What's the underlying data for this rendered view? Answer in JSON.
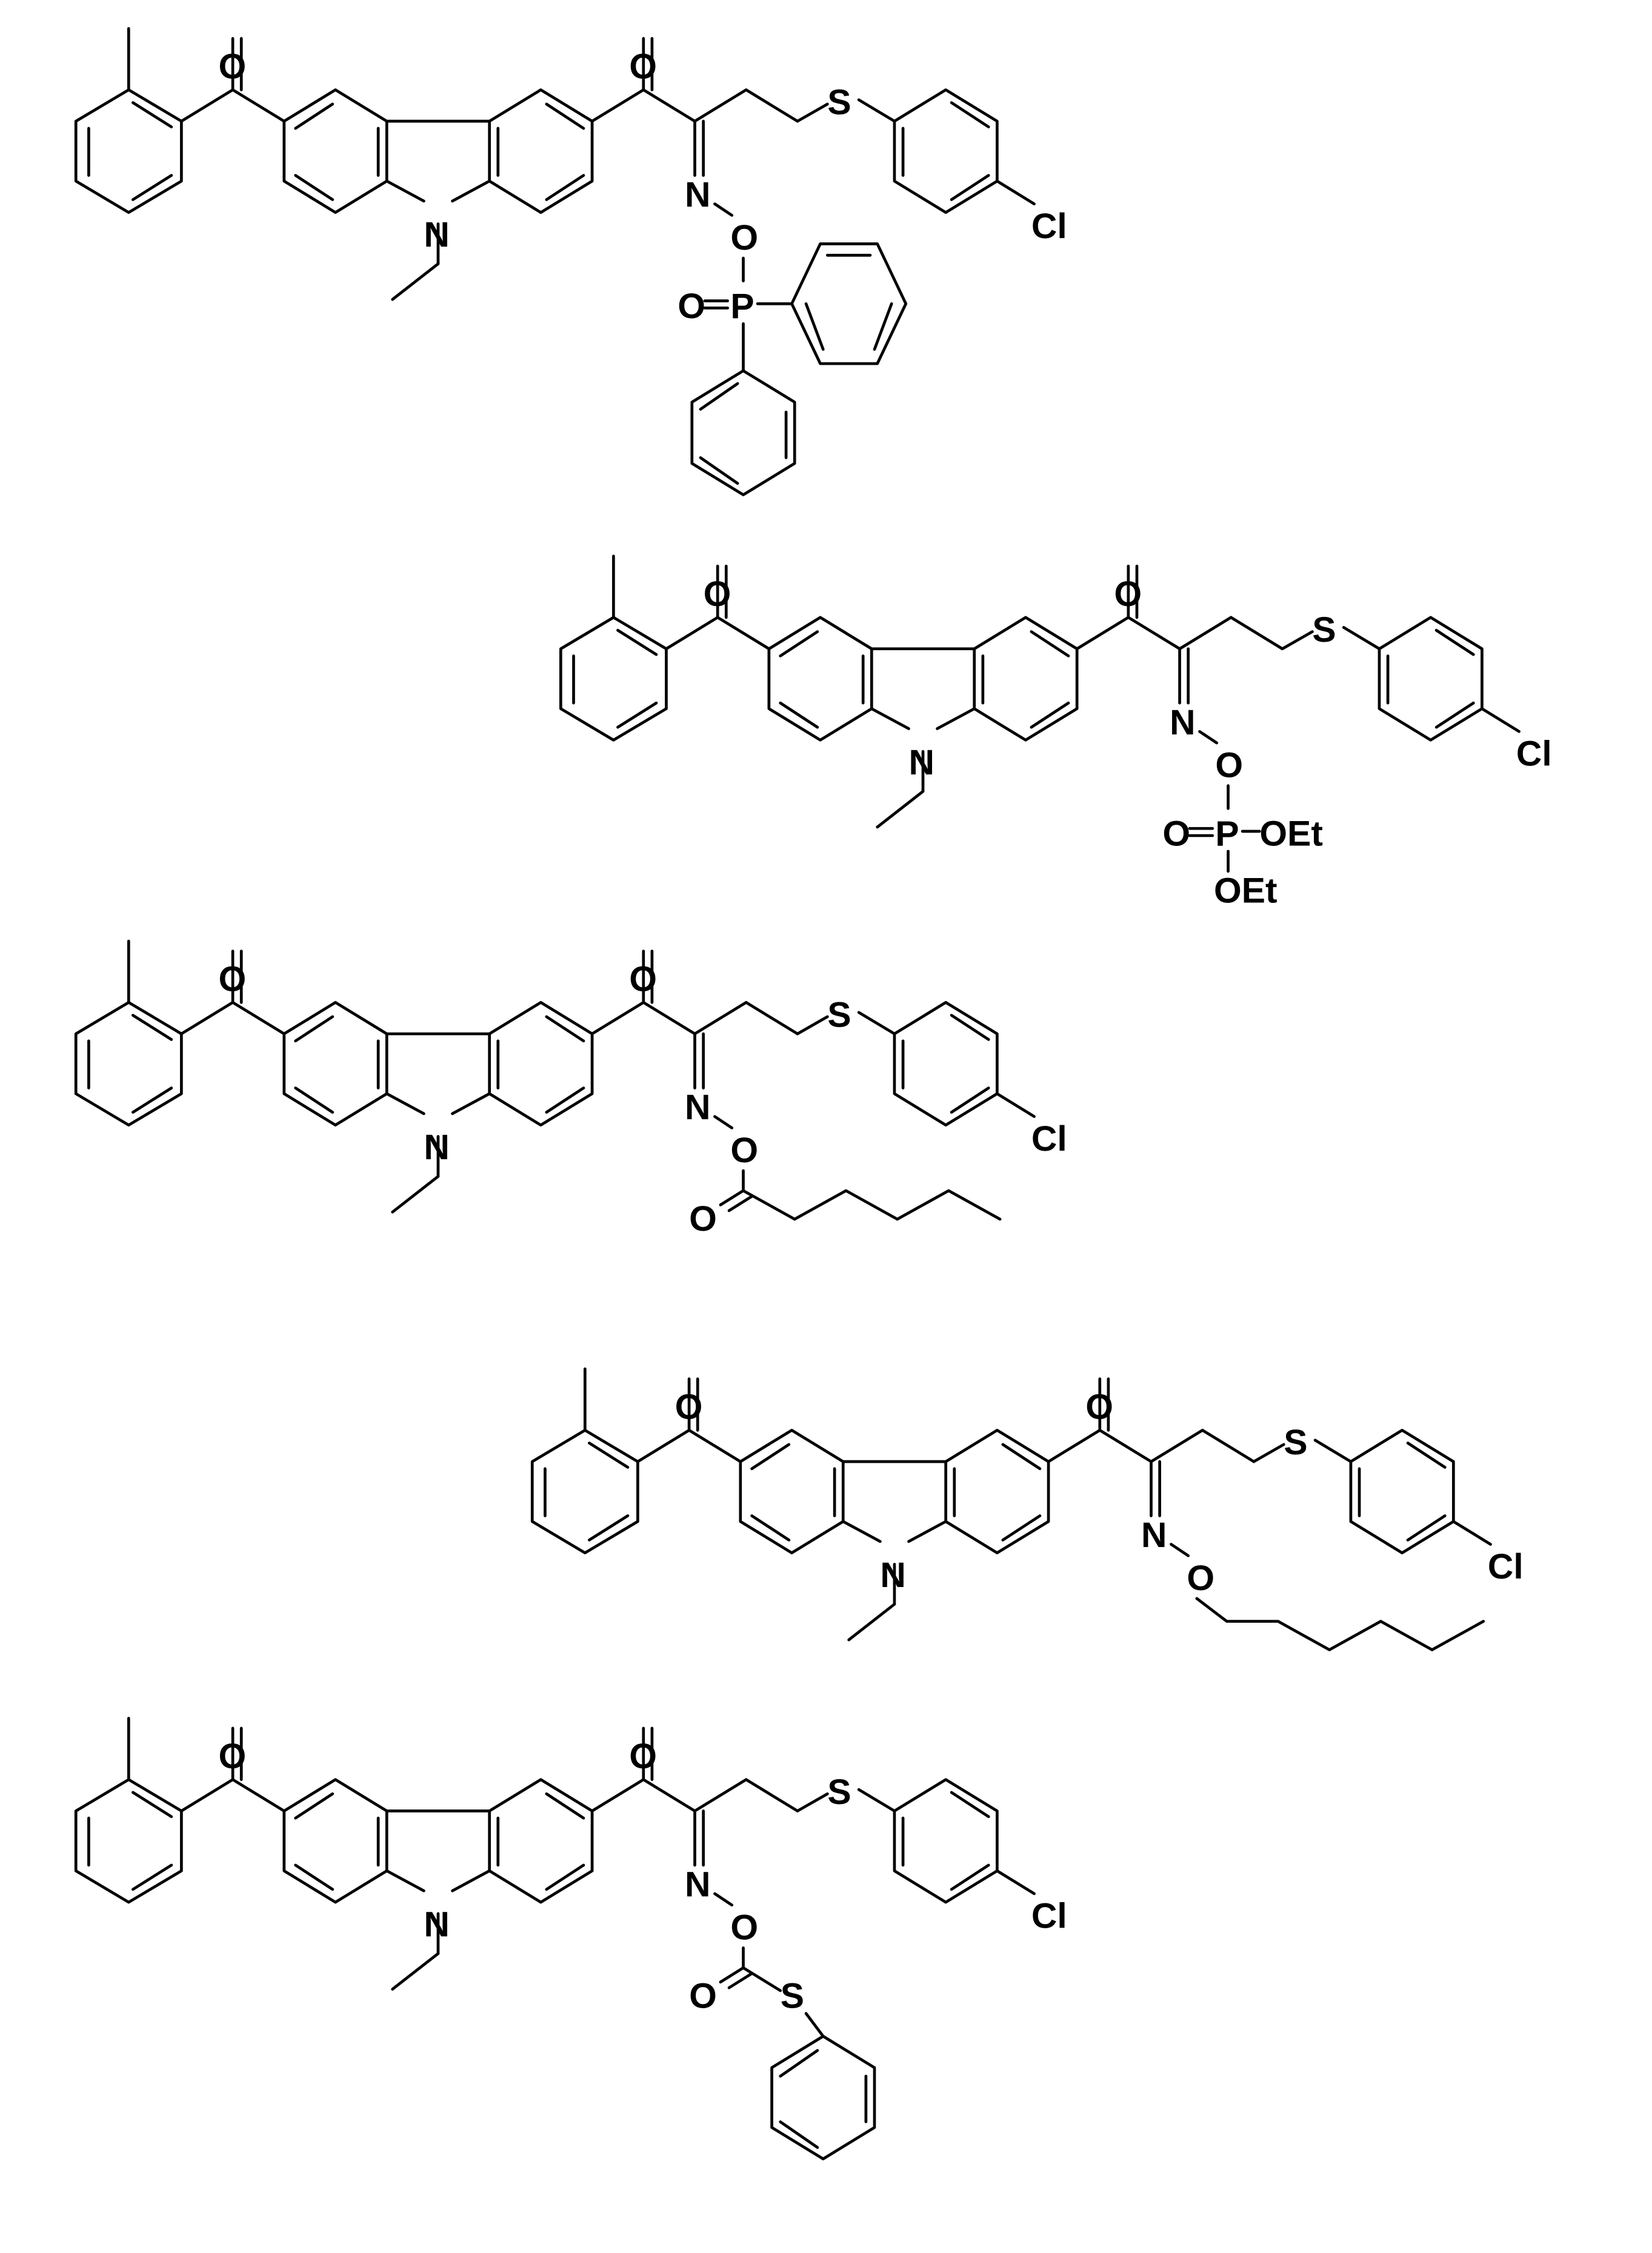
{
  "figure": {
    "description": "Five carbazole oxime ester/ether structures",
    "compounds": [
      {
        "id": 1,
        "name": "compound-diphenylphosphinate",
        "oxime_substituent": "P(=O)(Ph)2",
        "labels": {
          "ketone_o1": "O",
          "ketone_o2": "O",
          "n_ring": "N",
          "s_thio": "S",
          "cl": "Cl",
          "n_oxime": "N",
          "o_oxime": "O",
          "p_o": "O",
          "p": "P"
        }
      },
      {
        "id": 2,
        "name": "compound-diethylphosphate",
        "oxime_substituent": "P(=O)(OEt)2",
        "labels": {
          "ketone_o1": "O",
          "ketone_o2": "O",
          "n_ring": "N",
          "s_thio": "S",
          "cl": "Cl",
          "n_oxime": "N",
          "o_oxime": "O",
          "p_o": "O",
          "p": "P",
          "oet1": "OEt",
          "oet2": "OEt"
        }
      },
      {
        "id": 3,
        "name": "compound-hexanoate",
        "oxime_substituent": "C(=O)C5H11",
        "labels": {
          "ketone_o1": "O",
          "ketone_o2": "O",
          "n_ring": "N",
          "s_thio": "S",
          "cl": "Cl",
          "n_oxime": "N",
          "o_oxime": "O",
          "c_o": "O"
        }
      },
      {
        "id": 4,
        "name": "compound-hexyl-ether",
        "oxime_substituent": "C6H13",
        "labels": {
          "ketone_o1": "O",
          "ketone_o2": "O",
          "n_ring": "N",
          "s_thio": "S",
          "cl": "Cl",
          "n_oxime": "N",
          "o_oxime": "O"
        }
      },
      {
        "id": 5,
        "name": "compound-phenylthiocarbonate",
        "oxime_substituent": "C(=O)SPh",
        "labels": {
          "ketone_o1": "O",
          "ketone_o2": "O",
          "n_ring": "N",
          "s_thio": "S",
          "cl": "Cl",
          "n_oxime": "N",
          "o_oxime": "O",
          "c_o": "O",
          "s_ester": "S"
        }
      }
    ]
  }
}
